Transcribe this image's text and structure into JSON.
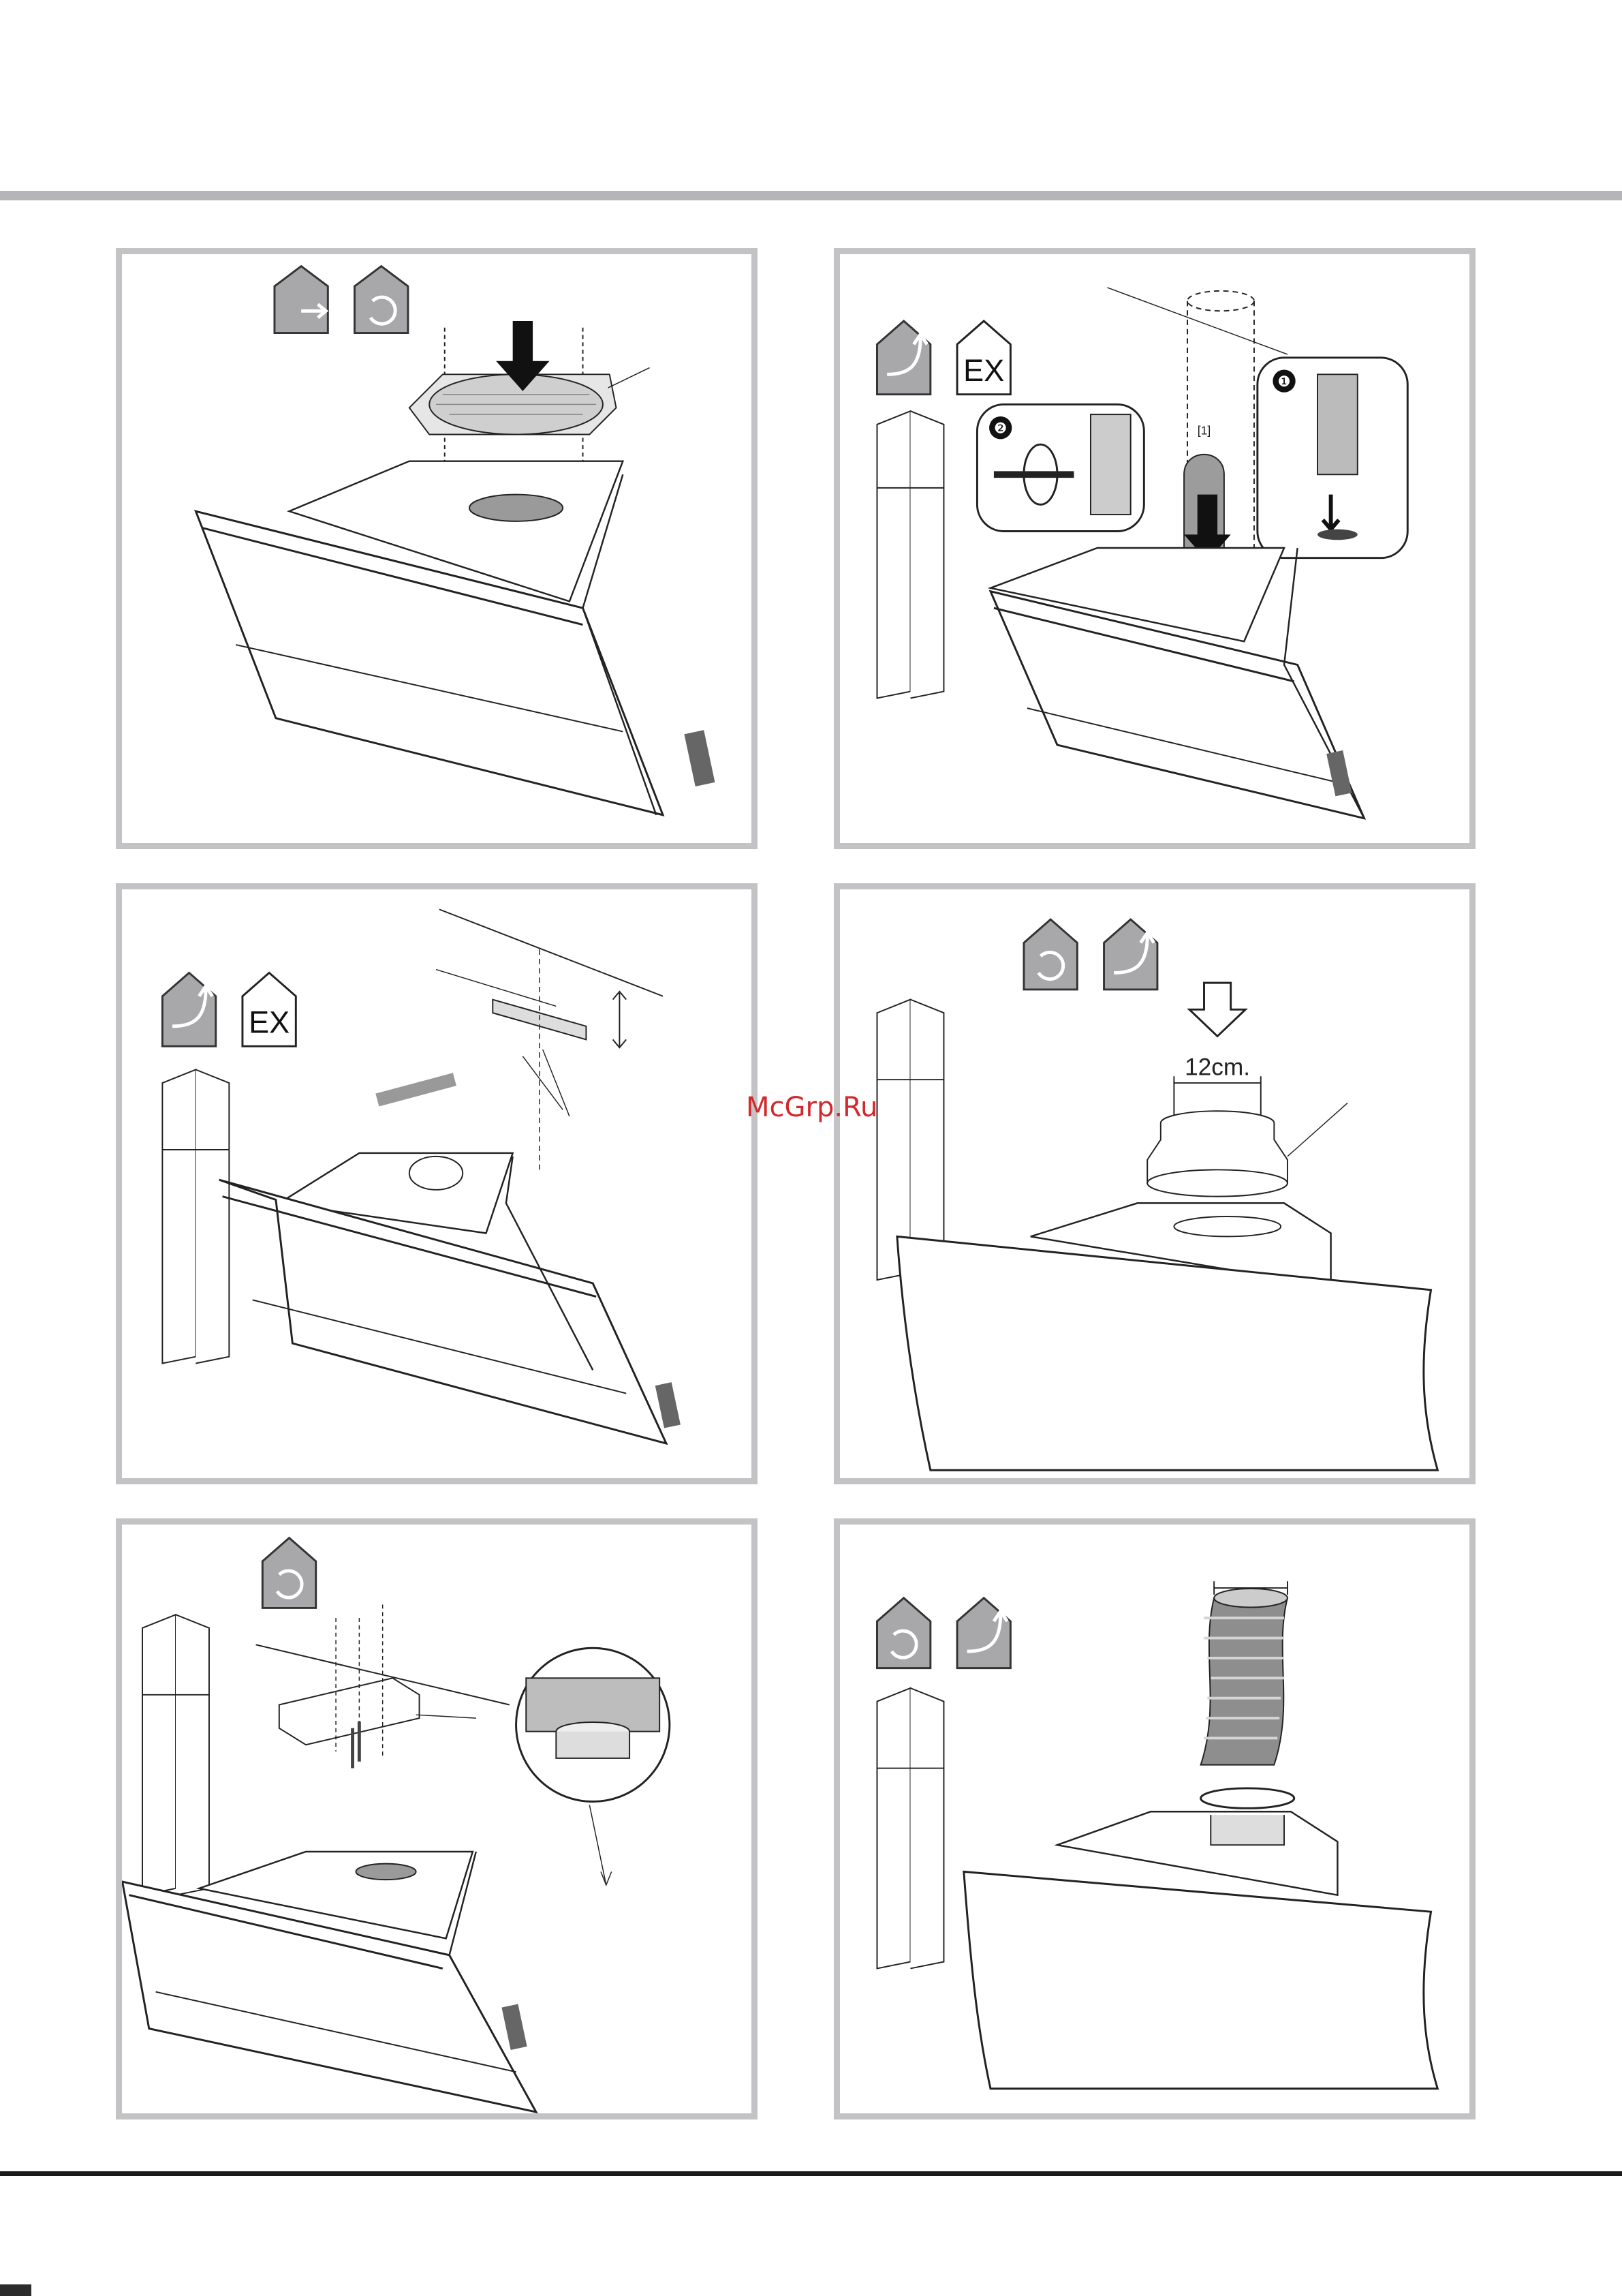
{
  "header": {},
  "watermark": {
    "text": "McGrp.Ru"
  },
  "panels": [
    {
      "id": "fig-1",
      "icons": [
        "recirculation-conversion-icon",
        "recirculation-icon"
      ],
      "labels": []
    },
    {
      "id": "fig-2",
      "icons": [
        "ducted-exhaust-icon",
        "external-motor-icon"
      ],
      "labels": [
        "❶",
        "❷",
        "[1]"
      ]
    },
    {
      "id": "fig-3",
      "icons": [
        "ducted-exhaust-icon",
        "external-motor-icon"
      ],
      "labels": []
    },
    {
      "id": "fig-4",
      "icons": [
        "recirculation-icon",
        "ducted-exhaust-icon"
      ],
      "labels": [
        "12cm."
      ]
    },
    {
      "id": "fig-5",
      "icons": [
        "recirculation-icon"
      ],
      "labels": []
    },
    {
      "id": "fig-6",
      "icons": [
        "recirculation-icon",
        "ducted-exhaust-icon"
      ],
      "labels": []
    }
  ],
  "colors": {
    "frame": "#c3c3c5",
    "icon_fill": "#a8a8aa",
    "line": "#1a1a1a",
    "watermark": "#d3282c"
  }
}
